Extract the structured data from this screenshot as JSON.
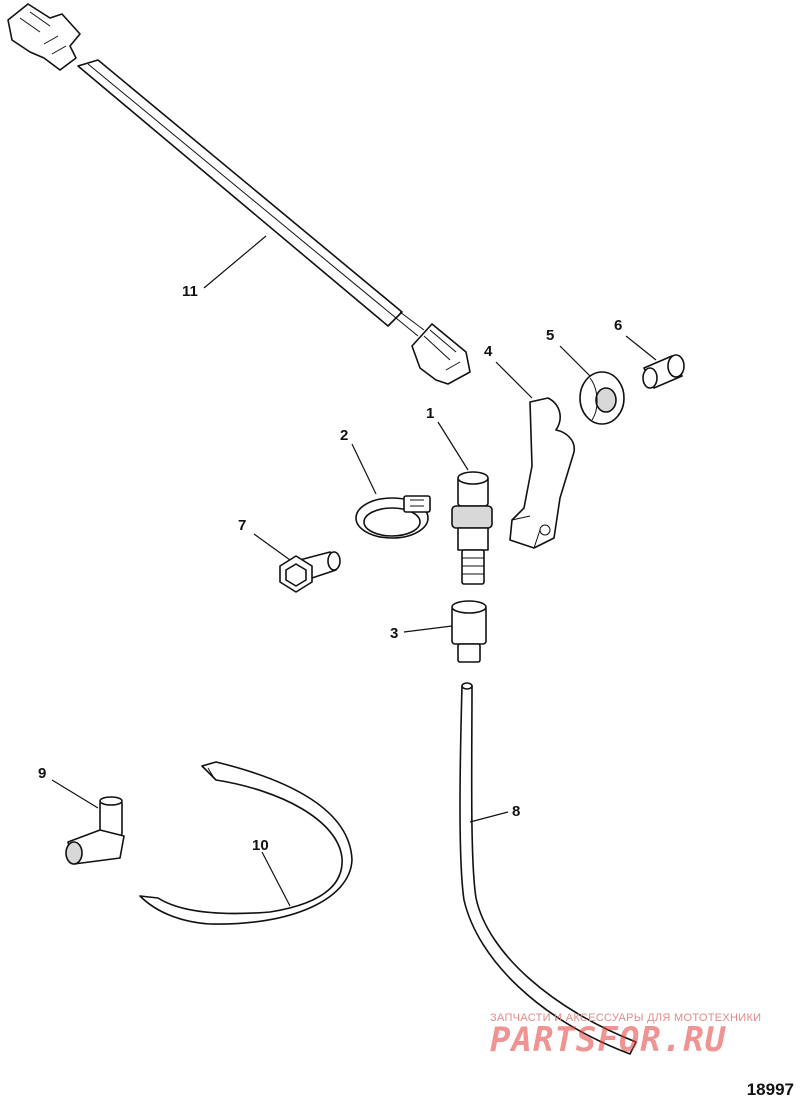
{
  "callouts": {
    "c1": "1",
    "c2": "2",
    "c3": "3",
    "c4": "4",
    "c5": "5",
    "c6": "6",
    "c7": "7",
    "c8": "8",
    "c9": "9",
    "c10": "10",
    "c11": "11"
  },
  "drawing_number": "18997",
  "watermark": {
    "subtitle": "ЗАПЧАСТИ И АКСЕССУАРЫ ДЛЯ МОТОТЕХНИКИ",
    "logo": "PARTSFOR.RU"
  }
}
